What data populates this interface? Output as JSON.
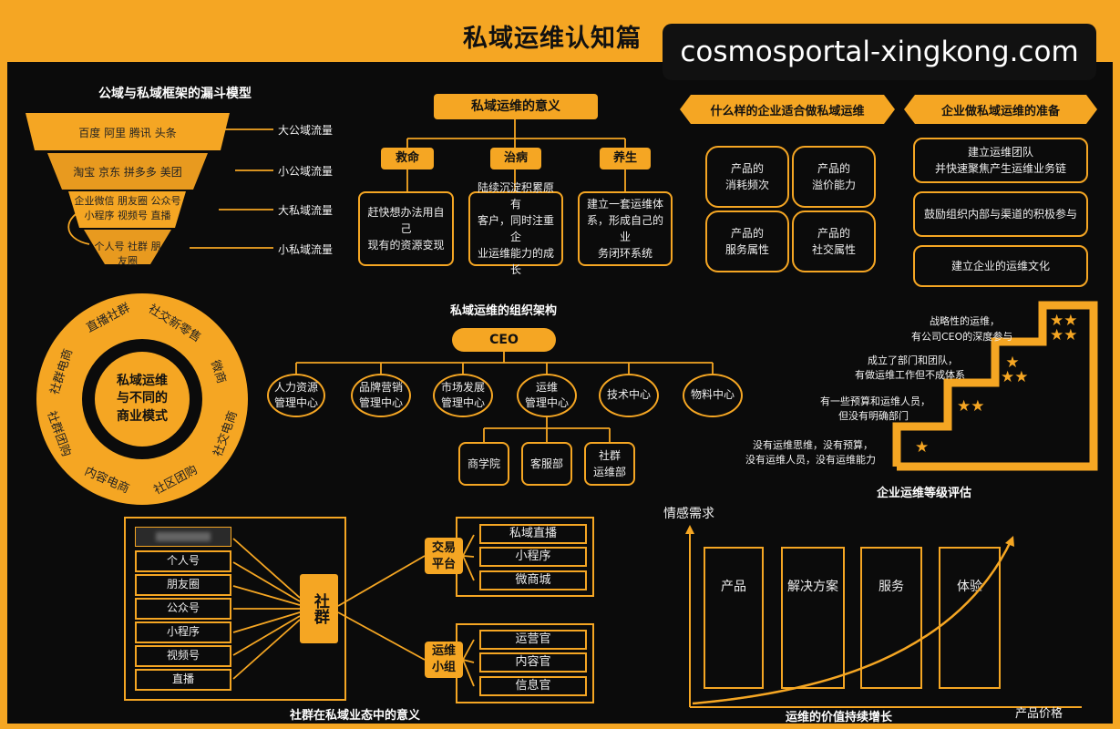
{
  "header": {
    "title": "私域运维认知篇"
  },
  "watermark": "cosmosportal-xingkong.com",
  "funnel": {
    "title": "公域与私域框架的漏斗模型",
    "layers": [
      {
        "text": "百度 阿里 腾讯 头条",
        "label": "大公域流量"
      },
      {
        "text": "淘宝 京东 拼多多 美团",
        "label": "小公域流量"
      },
      {
        "text": "企业微信 朋友圈 公众号 小程序 视频号 直播",
        "line1": "企业微信 朋友圈 公众号",
        "line2": "小程序 视频号 直播",
        "label": "大私域流量"
      },
      {
        "text": "个人号 社群 朋友圈",
        "label": "小私域流量"
      }
    ]
  },
  "meaning": {
    "title": "私域运维的意义",
    "items": [
      {
        "name": "救命",
        "l1": "赶快想办法用自己",
        "l2": "现有的资源变现"
      },
      {
        "name": "治病",
        "l1": "陆续沉淀积累原有",
        "l2": "客户，同时注重企",
        "l3": "业运维能力的成长"
      },
      {
        "name": "养生",
        "l1": "建立一套运维体",
        "l2": "系，形成自己的业",
        "l3": "务闭环系统"
      }
    ]
  },
  "suitable": {
    "title": "什么样的企业适合做私域运维",
    "cells": [
      {
        "l1": "产品的",
        "l2": "消耗频次"
      },
      {
        "l1": "产品的",
        "l2": "溢价能力"
      },
      {
        "l1": "产品的",
        "l2": "服务属性"
      },
      {
        "l1": "产品的",
        "l2": "社交属性"
      }
    ]
  },
  "prepare": {
    "title": "企业做私域运维的准备",
    "items": [
      {
        "l1": "建立运维团队",
        "l2": "并快速聚焦产生运维业务链"
      },
      {
        "l1": "鼓励组织内部与渠道的积极参与"
      },
      {
        "l1": "建立企业的运维文化"
      }
    ]
  },
  "ring": {
    "center_l1": "私域运维",
    "center_l2": "与不同的",
    "center_l3": "商业模式",
    "segments": [
      "直播社群",
      "社交新零售",
      "微商",
      "社交电商",
      "社区团购",
      "内容电商",
      "社群团购",
      "社群电商"
    ]
  },
  "org": {
    "title": "私域运维的组织架构",
    "ceo": "CEO",
    "depts": [
      {
        "l1": "人力资源",
        "l2": "管理中心"
      },
      {
        "l1": "品牌营销",
        "l2": "管理中心"
      },
      {
        "l1": "市场发展",
        "l2": "管理中心"
      },
      {
        "l1": "运维",
        "l2": "管理中心"
      },
      {
        "l1": "技术中心"
      },
      {
        "l1": "物料中心"
      }
    ],
    "subs": [
      {
        "l1": "商学院"
      },
      {
        "l1": "客服部"
      },
      {
        "l1": "社群",
        "l2": "运维部"
      }
    ]
  },
  "levels": {
    "title": "企业运维等级评估",
    "steps": [
      {
        "l1": "战略性的运维，",
        "l2": "有公司CEO的深度参与",
        "stars": 4
      },
      {
        "l1": "成立了部门和团队，",
        "l2": "有做运维工作但不成体系",
        "stars": 3
      },
      {
        "l1": "有一些预算和运维人员，",
        "l2": "但没有明确部门",
        "stars": 2
      },
      {
        "l1": "没有运维思维，没有预算，",
        "l2": "没有运维人员，没有运维能力",
        "stars": 1
      }
    ]
  },
  "community": {
    "title": "社群在私域业态中的意义",
    "left_items": [
      "个人号",
      "朋友圈",
      "公众号",
      "小程序",
      "视频号",
      "直播"
    ],
    "center": "社群",
    "trade_label": "交易平台",
    "trade_l1": "交易",
    "trade_l2": "平台",
    "trade_items": [
      "私域直播",
      "小程序",
      "微商城"
    ],
    "team_l1": "运维",
    "team_l2": "小组",
    "team_items": [
      "运营官",
      "内容官",
      "信息官"
    ]
  },
  "value_chart": {
    "title": "运维的价值持续增长",
    "ylabel": "情感需求",
    "xlabel": "产品价格",
    "stages": [
      "产品",
      "解决方案",
      "服务",
      "体验"
    ]
  }
}
